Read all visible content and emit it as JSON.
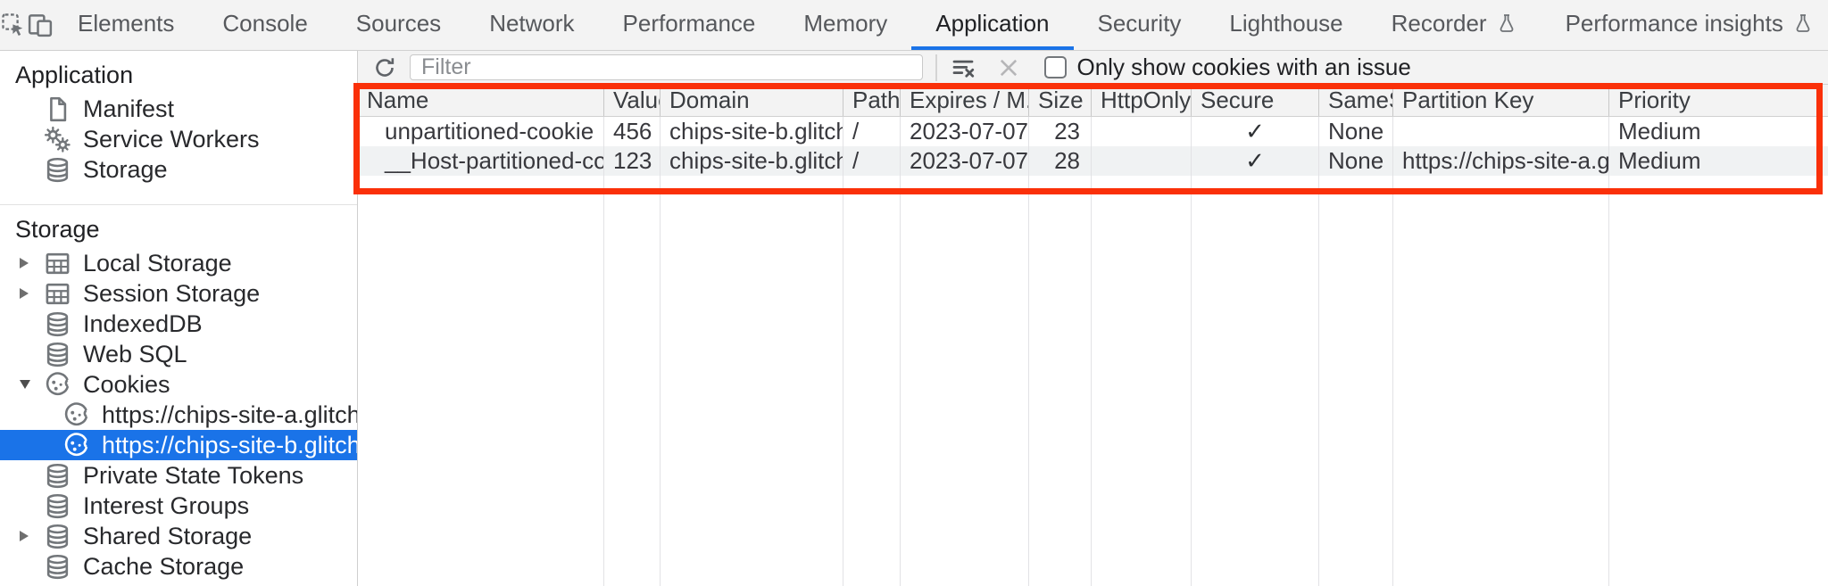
{
  "header": {
    "tabs": [
      "Elements",
      "Console",
      "Sources",
      "Network",
      "Performance",
      "Memory",
      "Application",
      "Security",
      "Lighthouse",
      "Recorder",
      "Performance insights"
    ],
    "active_tab": "Application"
  },
  "sidebar": {
    "sections": [
      {
        "title": "Application",
        "items": [
          {
            "label": "Manifest",
            "icon": "document"
          },
          {
            "label": "Service Workers",
            "icon": "gears"
          },
          {
            "label": "Storage",
            "icon": "database"
          }
        ]
      },
      {
        "title": "Storage",
        "items": [
          {
            "label": "Local Storage",
            "icon": "table-grid",
            "state": "collapsed"
          },
          {
            "label": "Session Storage",
            "icon": "table-grid",
            "state": "collapsed"
          },
          {
            "label": "IndexedDB",
            "icon": "database"
          },
          {
            "label": "Web SQL",
            "icon": "database"
          },
          {
            "label": "Cookies",
            "icon": "cookie",
            "state": "expanded"
          },
          {
            "label": "https://chips-site-a.glitch.me",
            "icon": "cookie",
            "child": true,
            "selected": false
          },
          {
            "label": "https://chips-site-b.glitch.me",
            "icon": "cookie",
            "child": true,
            "selected": true
          },
          {
            "label": "Private State Tokens",
            "icon": "database"
          },
          {
            "label": "Interest Groups",
            "icon": "database"
          },
          {
            "label": "Shared Storage",
            "icon": "database",
            "state": "collapsed"
          },
          {
            "label": "Cache Storage",
            "icon": "database"
          }
        ]
      }
    ]
  },
  "cookies_toolbar": {
    "filter_placeholder": "Filter",
    "only_issue_label": "Only show cookies with an issue",
    "checkbox_checked": false
  },
  "cookie_table": {
    "columns": [
      "Name",
      "Value",
      "Domain",
      "Path",
      "Expires / M...",
      "Size",
      "HttpOnly",
      "Secure",
      "SameSite",
      "Partition Key",
      "Priority"
    ],
    "rows": [
      {
        "name": "unpartitioned-cookie",
        "value": "456",
        "domain": "chips-site-b.glitch.me",
        "path": "/",
        "expires": "2023-07-07...",
        "size": "23",
        "http_only": "",
        "secure": "✓",
        "same_site": "None",
        "partition_key": "",
        "priority": "Medium"
      },
      {
        "name": "__Host-partitioned-cookie",
        "value": "123",
        "domain": "chips-site-b.glitch.me",
        "path": "/",
        "expires": "2023-07-07...",
        "size": "28",
        "http_only": "",
        "secure": "✓",
        "same_site": "None",
        "partition_key": "https://chips-site-a.glitch.me",
        "priority": "Medium"
      }
    ]
  },
  "icons": [
    "inspect",
    "device-toolbar",
    "flask",
    "settings-gear",
    "more-vertical",
    "close",
    "refresh",
    "clear-filter",
    "checkbox"
  ],
  "colors": {
    "accent_blue": "#1a73e8",
    "selection_bg": "#1a73e8",
    "highlight_red": "#fa3009",
    "row_stripe": "#f0f2f3",
    "toolbar_bg": "#f3f3f3"
  }
}
